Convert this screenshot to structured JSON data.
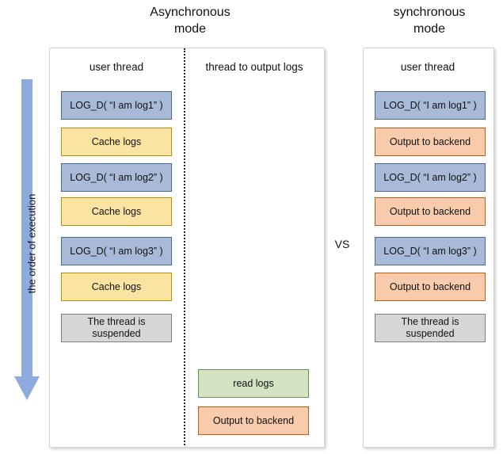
{
  "titles": {
    "async": "Asynchronous\nmode",
    "sync": "synchronous\nmode",
    "vs": "VS"
  },
  "axis": {
    "order_label": "the order of execution",
    "arrow_icon": "down-arrow-icon"
  },
  "async_panel": {
    "columns": [
      {
        "header": "user thread",
        "steps": [
          {
            "label": "LOG_D( “I am log1” )",
            "color": "#a8bad8",
            "style": "blue"
          },
          {
            "label": "Cache logs",
            "color": "#fbe3a2",
            "style": "yellow"
          },
          {
            "label": "LOG_D( “I am log2” )",
            "color": "#a8bad8",
            "style": "blue"
          },
          {
            "label": "Cache logs",
            "color": "#fbe3a2",
            "style": "yellow"
          },
          {
            "label": "LOG_D( “I am log3” )",
            "color": "#a8bad8",
            "style": "blue"
          },
          {
            "label": "Cache logs",
            "color": "#fbe3a2",
            "style": "yellow"
          },
          {
            "label": "The thread is\nsuspended",
            "color": "#d6d6d6",
            "style": "gray"
          }
        ]
      },
      {
        "header": "thread to output logs",
        "steps": [
          {
            "label": "read logs",
            "color": "#d3e3c3",
            "style": "green"
          },
          {
            "label": "Output to backend",
            "color": "#f7cbac",
            "style": "orange"
          }
        ]
      }
    ]
  },
  "sync_panel": {
    "columns": [
      {
        "header": "user thread",
        "steps": [
          {
            "label": "LOG_D( “I am log1” )",
            "color": "#a8bad8",
            "style": "blue"
          },
          {
            "label": "Output to backend",
            "color": "#f7cbac",
            "style": "orange"
          },
          {
            "label": "LOG_D( “I am log2” )",
            "color": "#a8bad8",
            "style": "blue"
          },
          {
            "label": "Output to backend",
            "color": "#f7cbac",
            "style": "orange"
          },
          {
            "label": "LOG_D( “I am log3” )",
            "color": "#a8bad8",
            "style": "blue"
          },
          {
            "label": "Output to backend",
            "color": "#f7cbac",
            "style": "orange"
          },
          {
            "label": "The thread is\nsuspended",
            "color": "#d6d6d6",
            "style": "gray"
          }
        ]
      }
    ]
  },
  "colors": {
    "blue_fill": "#a8bad8",
    "blue_border": "#4b6694",
    "yellow_fill": "#fbe3a2",
    "yellow_border": "#bf9000",
    "gray_fill": "#d6d6d6",
    "gray_border": "#7f7f7f",
    "orange_fill": "#f7cbac",
    "orange_border": "#c55a11",
    "green_fill": "#d3e3c3",
    "green_border": "#6e8f4c",
    "arrow": "#8faadc",
    "panel_border": "#d2d2d2",
    "divider": "#262626"
  }
}
